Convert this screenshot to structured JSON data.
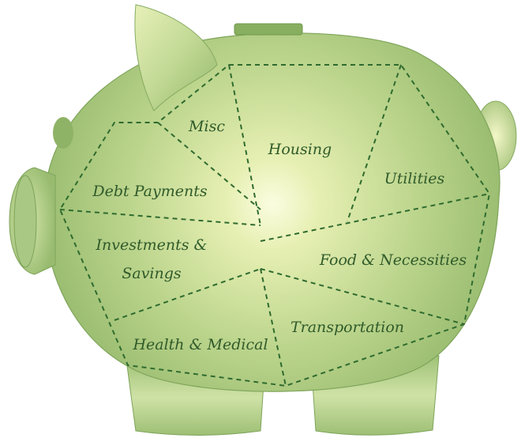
{
  "diagram": {
    "sections": [
      {
        "id": "misc",
        "label": "Misc"
      },
      {
        "id": "housing",
        "label": "Housing"
      },
      {
        "id": "utilities",
        "label": "Utilities"
      },
      {
        "id": "debt",
        "label": "Debt Payments"
      },
      {
        "id": "investments",
        "label_line1": "Investments &",
        "label_line2": "Savings"
      },
      {
        "id": "food",
        "label": "Food & Necessities"
      },
      {
        "id": "transportation",
        "label": "Transportation"
      },
      {
        "id": "health",
        "label": "Health & Medical"
      }
    ]
  },
  "colors": {
    "body_light": "#f3f8c8",
    "body_mid": "#b9d489",
    "body_dark": "#86ad5e",
    "outline": "#6f9a4d",
    "dashes": "#2f6b2f"
  }
}
